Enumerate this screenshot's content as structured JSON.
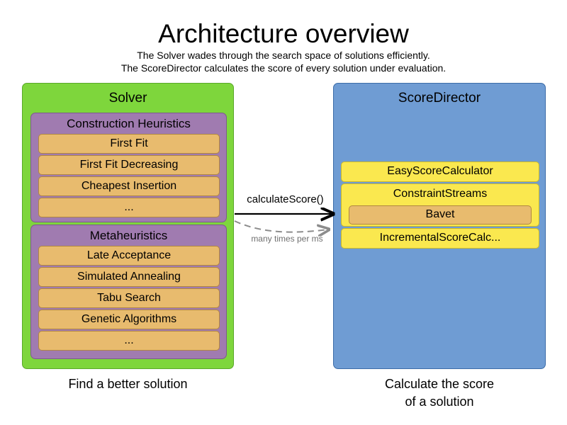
{
  "header": {
    "title": "Architecture overview",
    "subtitle_1": "The Solver wades through the search space of solutions efficiently.",
    "subtitle_2": "The ScoreDirector calculates the score of every solution under evaluation."
  },
  "solver": {
    "title": "Solver",
    "caption": "Find a better solution",
    "groups": [
      {
        "title": "Construction Heuristics",
        "items": [
          "First Fit",
          "First Fit Decreasing",
          "Cheapest Insertion",
          "..."
        ]
      },
      {
        "title": "Metaheuristics",
        "items": [
          "Late Acceptance",
          "Simulated Annealing",
          "Tabu Search",
          "Genetic Algorithms",
          "..."
        ]
      }
    ]
  },
  "score_director": {
    "title": "ScoreDirector",
    "caption_line_1": "Calculate the score",
    "caption_line_2": "of a solution",
    "calculators": [
      {
        "label": "EasyScoreCalculator"
      },
      {
        "label": "ConstraintStreams",
        "child": "Bavet"
      },
      {
        "label": "IncrementalScoreCalc..."
      }
    ]
  },
  "arrows": {
    "forward_label": "calculateScore()",
    "return_label": "many times per ms"
  },
  "colors": {
    "solver_panel": "#7ed63c",
    "score_director_panel": "#6f9cd3",
    "group": "#a07bb0",
    "item": "#e8bb6e",
    "calculator": "#fae84f",
    "arrow_solid": "#000000",
    "arrow_dashed": "#8c8c8c"
  }
}
